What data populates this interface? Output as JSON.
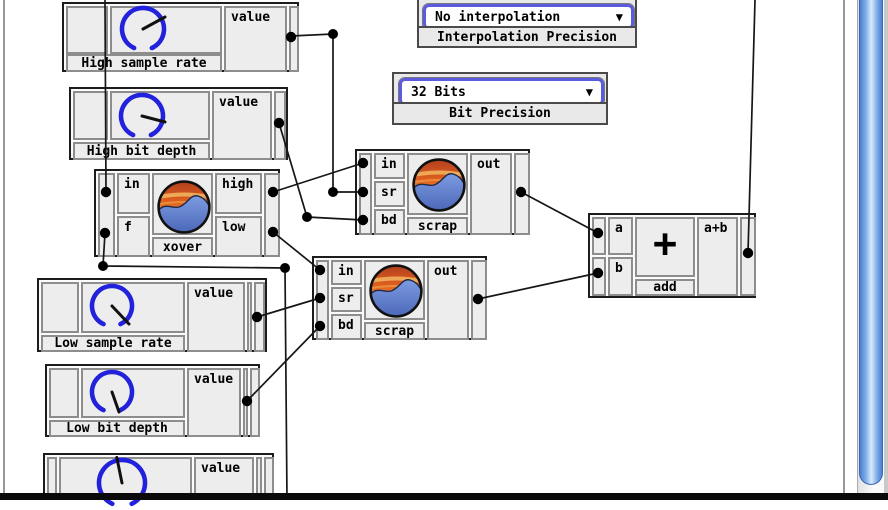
{
  "dropdowns": {
    "interpolation": {
      "value": "No interpolation",
      "label": "Interpolation Precision"
    },
    "bit_precision": {
      "value": "32 Bits",
      "label": "Bit Precision"
    }
  },
  "nodes": {
    "high_sample_rate": {
      "label": "High sample rate",
      "value": "value"
    },
    "high_bit_depth": {
      "label": "High bit depth",
      "value": "value"
    },
    "xover": {
      "label": "xover",
      "port_in": "in",
      "port_f": "f",
      "port_high": "high",
      "port_low": "low"
    },
    "scrap_high": {
      "label": "scrap",
      "port_in": "in",
      "port_sr": "sr",
      "port_bd": "bd",
      "port_out": "out"
    },
    "scrap_low": {
      "label": "scrap",
      "port_in": "in",
      "port_sr": "sr",
      "port_bd": "bd",
      "port_out": "out"
    },
    "add": {
      "label": "add",
      "operator": "+",
      "port_a": "a",
      "port_b": "b",
      "port_out": "a+b"
    },
    "low_sample_rate": {
      "label": "Low sample rate",
      "value": "value"
    },
    "low_bit_depth": {
      "label": "Low bit depth",
      "value": "value"
    },
    "freq_knob": {
      "value": "value"
    }
  },
  "icons": {
    "dropdown_arrow": "▼",
    "module_icon": "sunset-wave-icon"
  },
  "colors": {
    "knob_accent": "#2222dd",
    "dropdown_border": "#5b5be0",
    "wire": "#161616",
    "node_border": "#1c1c1c",
    "scrollbar_thumb": "#7cabe8",
    "icon_sky": "#d75c28",
    "icon_wave": "#5b7fd0"
  }
}
